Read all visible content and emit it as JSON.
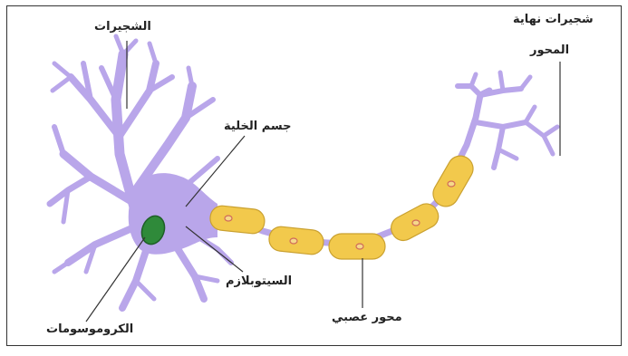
{
  "labels": {
    "dendrites": "الشجيرات",
    "axon_terminal_line1": "شجيرات نهاية",
    "axon_terminal_line2": "المحور",
    "cell_body": "جسم الخلية",
    "cytoplasm": "السيتوبلازم",
    "axon": "محور عصبي",
    "chromosomes": "الكروموسومات"
  },
  "colors": {
    "cell": "#b9a6ea",
    "cell_stroke": "#8d78c9",
    "nucleus": "#2f8a3a",
    "myelin": "#f2c94c",
    "myelin_stroke": "#caa130",
    "myelin_dot": "#e58a7a",
    "leader_line": "#333333"
  }
}
